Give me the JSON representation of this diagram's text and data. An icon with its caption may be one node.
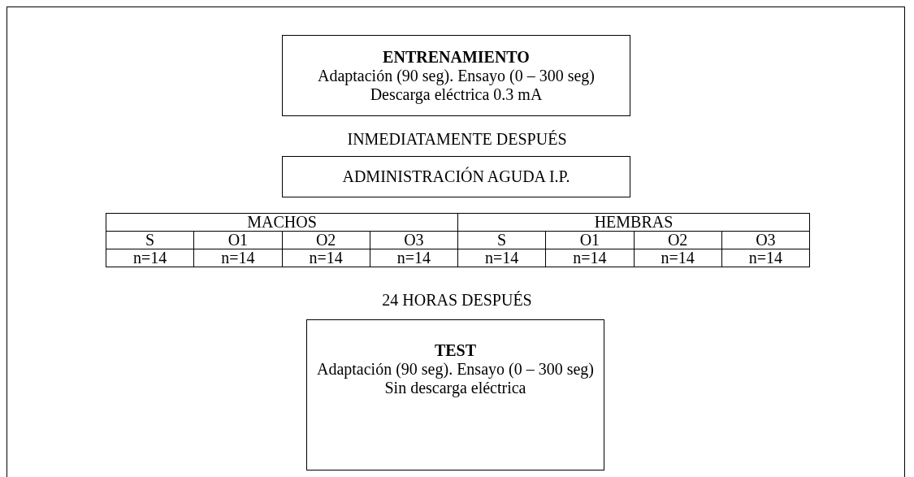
{
  "diagram": {
    "nodes": [
      {
        "text": [
          "ENTRENAMIENTO",
          "Adaptación (90 seg). Ensayo (0 – 300 seg)",
          "Descarga eléctrica 0.3 mA"
        ]
      },
      {
        "text": [
          "ADMINISTRACIÓN AGUDA I.P."
        ]
      },
      {
        "text": [
          "TEST",
          "Adaptación (90 seg). Ensayo (0 – 300 seg)",
          "Sin descarga eléctrica"
        ]
      }
    ],
    "labels": [
      "INMEDIATAMENTE DESPUÉS",
      "MACHOS",
      "HEMBRAS",
      "S",
      "O1",
      "O2",
      "O3",
      "S",
      "O1",
      "O2",
      "O3",
      "n=14",
      "n=14",
      "n=14",
      "n=14",
      "n=14",
      "n=14",
      "n=14",
      "n=14",
      "24 HORAS DESPUÉS"
    ]
  }
}
